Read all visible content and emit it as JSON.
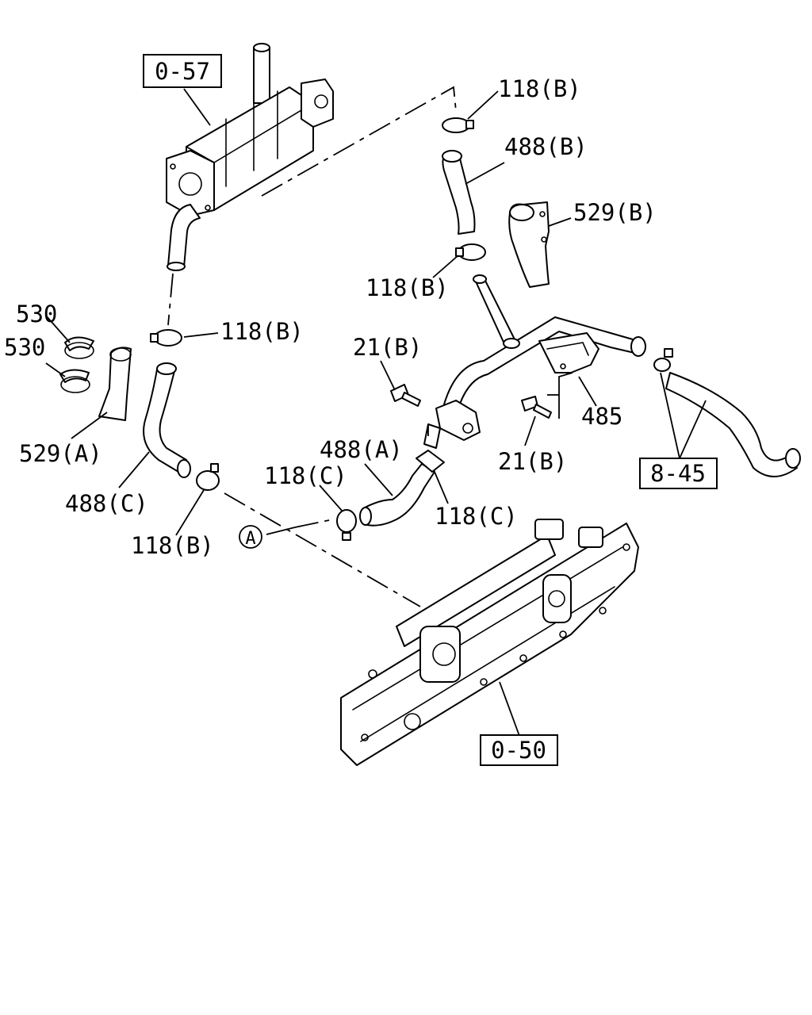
{
  "refs": {
    "egr_cooler": "0-57",
    "cylinder_block": "0-50",
    "other_group": "8-45"
  },
  "callouts": {
    "clamp_118b_top": "118(B)",
    "hose_488b": "488(B)",
    "cover_529b": "529(B)",
    "clamp_118b_mid": "118(B)",
    "clamp_530_upper": "530",
    "clamp_530_lower": "530",
    "clamp_118b_left": "118(B)",
    "bolt_21b_left": "21(B)",
    "pipe_485": "485",
    "cover_529a": "529(A)",
    "hose_488a": "488(A)",
    "clamp_118c_left": "118(C)",
    "bolt_21b_right": "21(B)",
    "hose_488c": "488(C)",
    "clamp_118c_right": "118(C)",
    "clamp_118b_bottom": "118(B)"
  },
  "marker": {
    "symbol": "A"
  }
}
